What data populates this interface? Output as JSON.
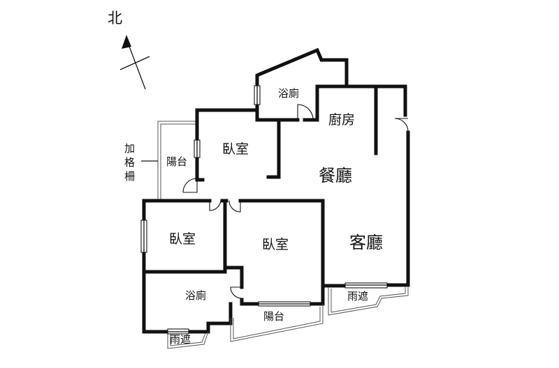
{
  "compass": {
    "north": "北"
  },
  "rooms": {
    "bath_top": "浴廁",
    "kitchen": "廚房",
    "bedroom_top": "臥室",
    "balcony_left": "陽台",
    "dining": "餐廳",
    "bedroom_left": "臥室",
    "bedroom_mid": "臥室",
    "living": "客廳",
    "bath_bottom": "浴廁",
    "balcony_bottom": "陽台",
    "canopy_right": "雨遮",
    "canopy_left": "雨遮"
  },
  "notes": {
    "railing": [
      "加",
      "格",
      "柵"
    ]
  },
  "colors": {
    "wall": "#111111",
    "background": "#ffffff"
  }
}
